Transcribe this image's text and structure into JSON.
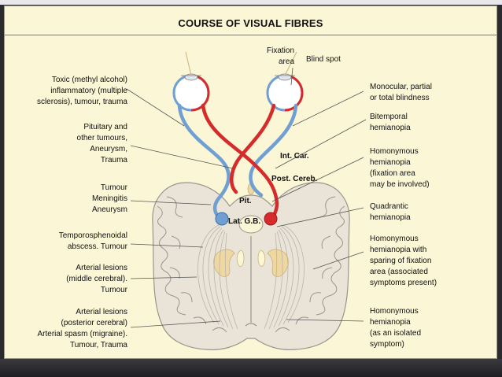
{
  "title": "COURSE OF VISUAL FIBRES",
  "top_labels": {
    "fixation": [
      "Fixation",
      "area"
    ],
    "blind_spot": "Blind spot"
  },
  "left_labels": [
    [
      "Toxic (methyl alcohol)",
      "inflammatory (multiple",
      "sclerosis), tumour, trauma"
    ],
    [
      "Pituitary and",
      "other tumours,",
      "Aneurysm,",
      "Trauma"
    ],
    [
      "Tumour",
      "Meningitis",
      "Aneurysm"
    ],
    [
      "Temporosphenoidal",
      "abscess. Tumour"
    ],
    [
      "Arterial lesions",
      "(middle cerebral).",
      "Tumour"
    ],
    [
      "Arterial lesions",
      "(posterior cerebral)",
      "Arterial spasm (migraine).",
      "Tumour, Trauma"
    ]
  ],
  "right_labels": [
    [
      "Monocular, partial",
      "or total blindness"
    ],
    [
      "Bitemporal",
      "hemianopia"
    ],
    [
      "Homonymous",
      "hemianopia",
      "(fixation area",
      "may be involved)"
    ],
    [
      "Quadrantic",
      "hemianopia"
    ],
    [
      "Homonymous",
      "hemianopia with",
      "sparing of fixation",
      "area (associated",
      "symptoms present)"
    ],
    [
      "Homonymous",
      "hemianopia",
      "(as an isolated",
      "symptom)"
    ]
  ],
  "anatomy_tags": {
    "int_car": "Int. Car.",
    "post_cereb": "Post. Cereb.",
    "pit": "Pit.",
    "lat_gb": "Lat. G.B."
  },
  "colors": {
    "background": "#fbf6d6",
    "nasal_fibres": "#d62b2b",
    "temporal_fibres": "#6f9fd3",
    "brain_outline": "#9a958b",
    "brain_fill": "#e9e4d7",
    "structure_fill": "#efd7a2"
  }
}
